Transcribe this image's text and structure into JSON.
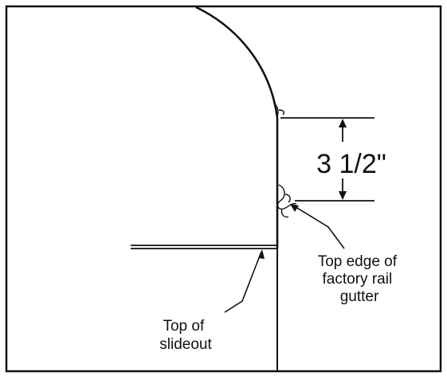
{
  "diagram": {
    "dimension_label": "3 1/2\"",
    "callouts": {
      "rail_gutter": [
        "Top edge of",
        "factory rail",
        "gutter"
      ],
      "slideout": [
        "Top of",
        "slideout"
      ]
    }
  },
  "colors": {
    "ink": "#111111",
    "background": "#ffffff"
  }
}
